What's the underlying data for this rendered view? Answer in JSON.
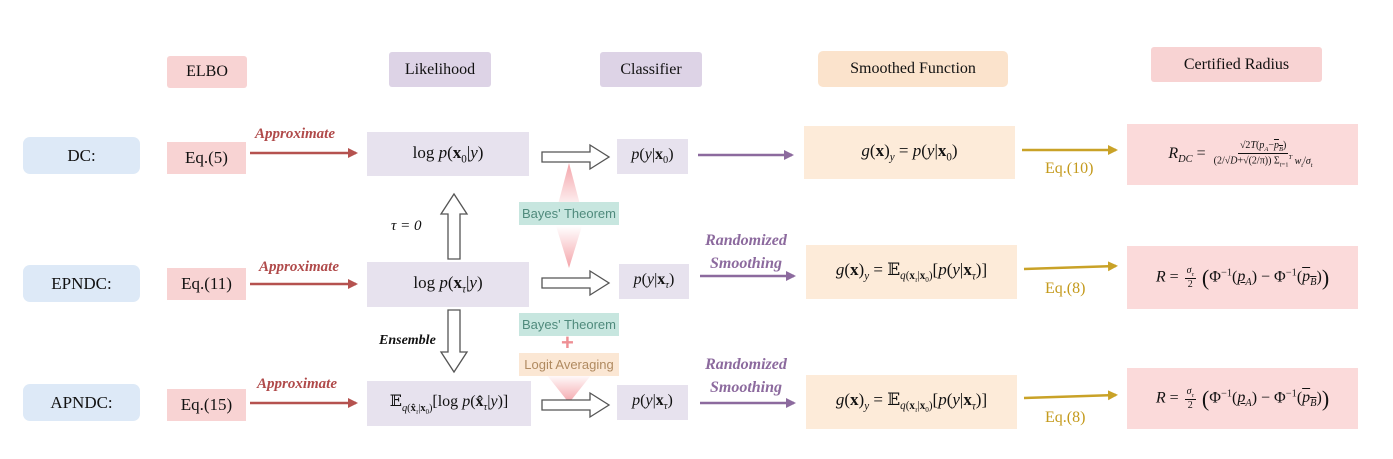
{
  "headers": {
    "elbo": "ELBO",
    "likelihood": "Likelihood",
    "classifier": "Classifier",
    "smoothed": "Smoothed Function",
    "certified": "Certified Radius"
  },
  "rows": {
    "dc": {
      "label": "DC:",
      "eq": "Eq.(5)",
      "approx": "Approximate",
      "cert_eq": "Eq.(10)"
    },
    "epndc": {
      "label": "EPNDC:",
      "eq": "Eq.(11)",
      "approx": "Approximate",
      "rs1": "Randomized",
      "rs2": "Smoothing",
      "cert_eq": "Eq.(8)"
    },
    "apndc": {
      "label": "APNDC:",
      "eq": "Eq.(15)",
      "approx": "Approximate",
      "rs1": "Randomized",
      "rs2": "Smoothing",
      "cert_eq": "Eq.(8)"
    }
  },
  "annotations": {
    "bayes1": "Bayes' Theorem",
    "bayes2": "Bayes' Theorem",
    "plus": "+",
    "logit": "Logit Averaging",
    "tau": "τ = 0",
    "ensemble": "Ensemble"
  },
  "colors": {
    "approx_arrow": "#b5524f",
    "rs_arrow": "#8c6a9e",
    "cert_arrow": "#c9a227",
    "hollow_arrow": "#555555",
    "spotlight": "#f39aa0"
  }
}
